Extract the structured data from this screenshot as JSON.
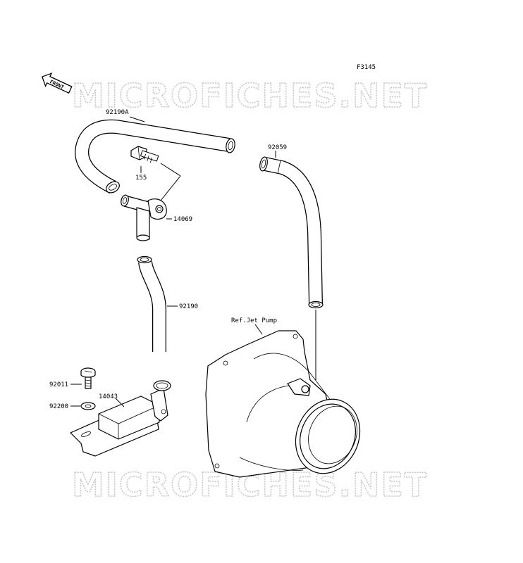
{
  "figure_code": "F3145",
  "front_badge": "FRONT",
  "watermark": "MICROFICHES.NET",
  "parts": {
    "hose_upper": "92190A",
    "bolt": "155",
    "fitting": "14069",
    "hose_lower": "92190",
    "hose_right": "92059",
    "screw": "92011",
    "washer": "92200",
    "bracket": "14043",
    "jet_pump_ref": "Ref.Jet Pump"
  }
}
